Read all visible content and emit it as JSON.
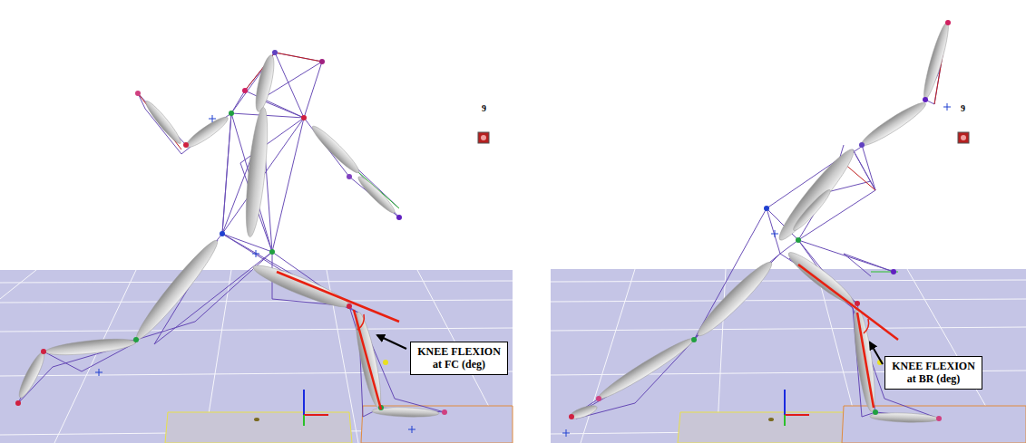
{
  "diagram": {
    "nodes": [
      {
        "text": [
          "KNEE FLEXION at FC (deg)"
        ]
      },
      {
        "text": [
          "KNEE FLEXION at BR (deg)"
        ]
      }
    ],
    "labels": [
      "9",
      "9"
    ]
  }
}
